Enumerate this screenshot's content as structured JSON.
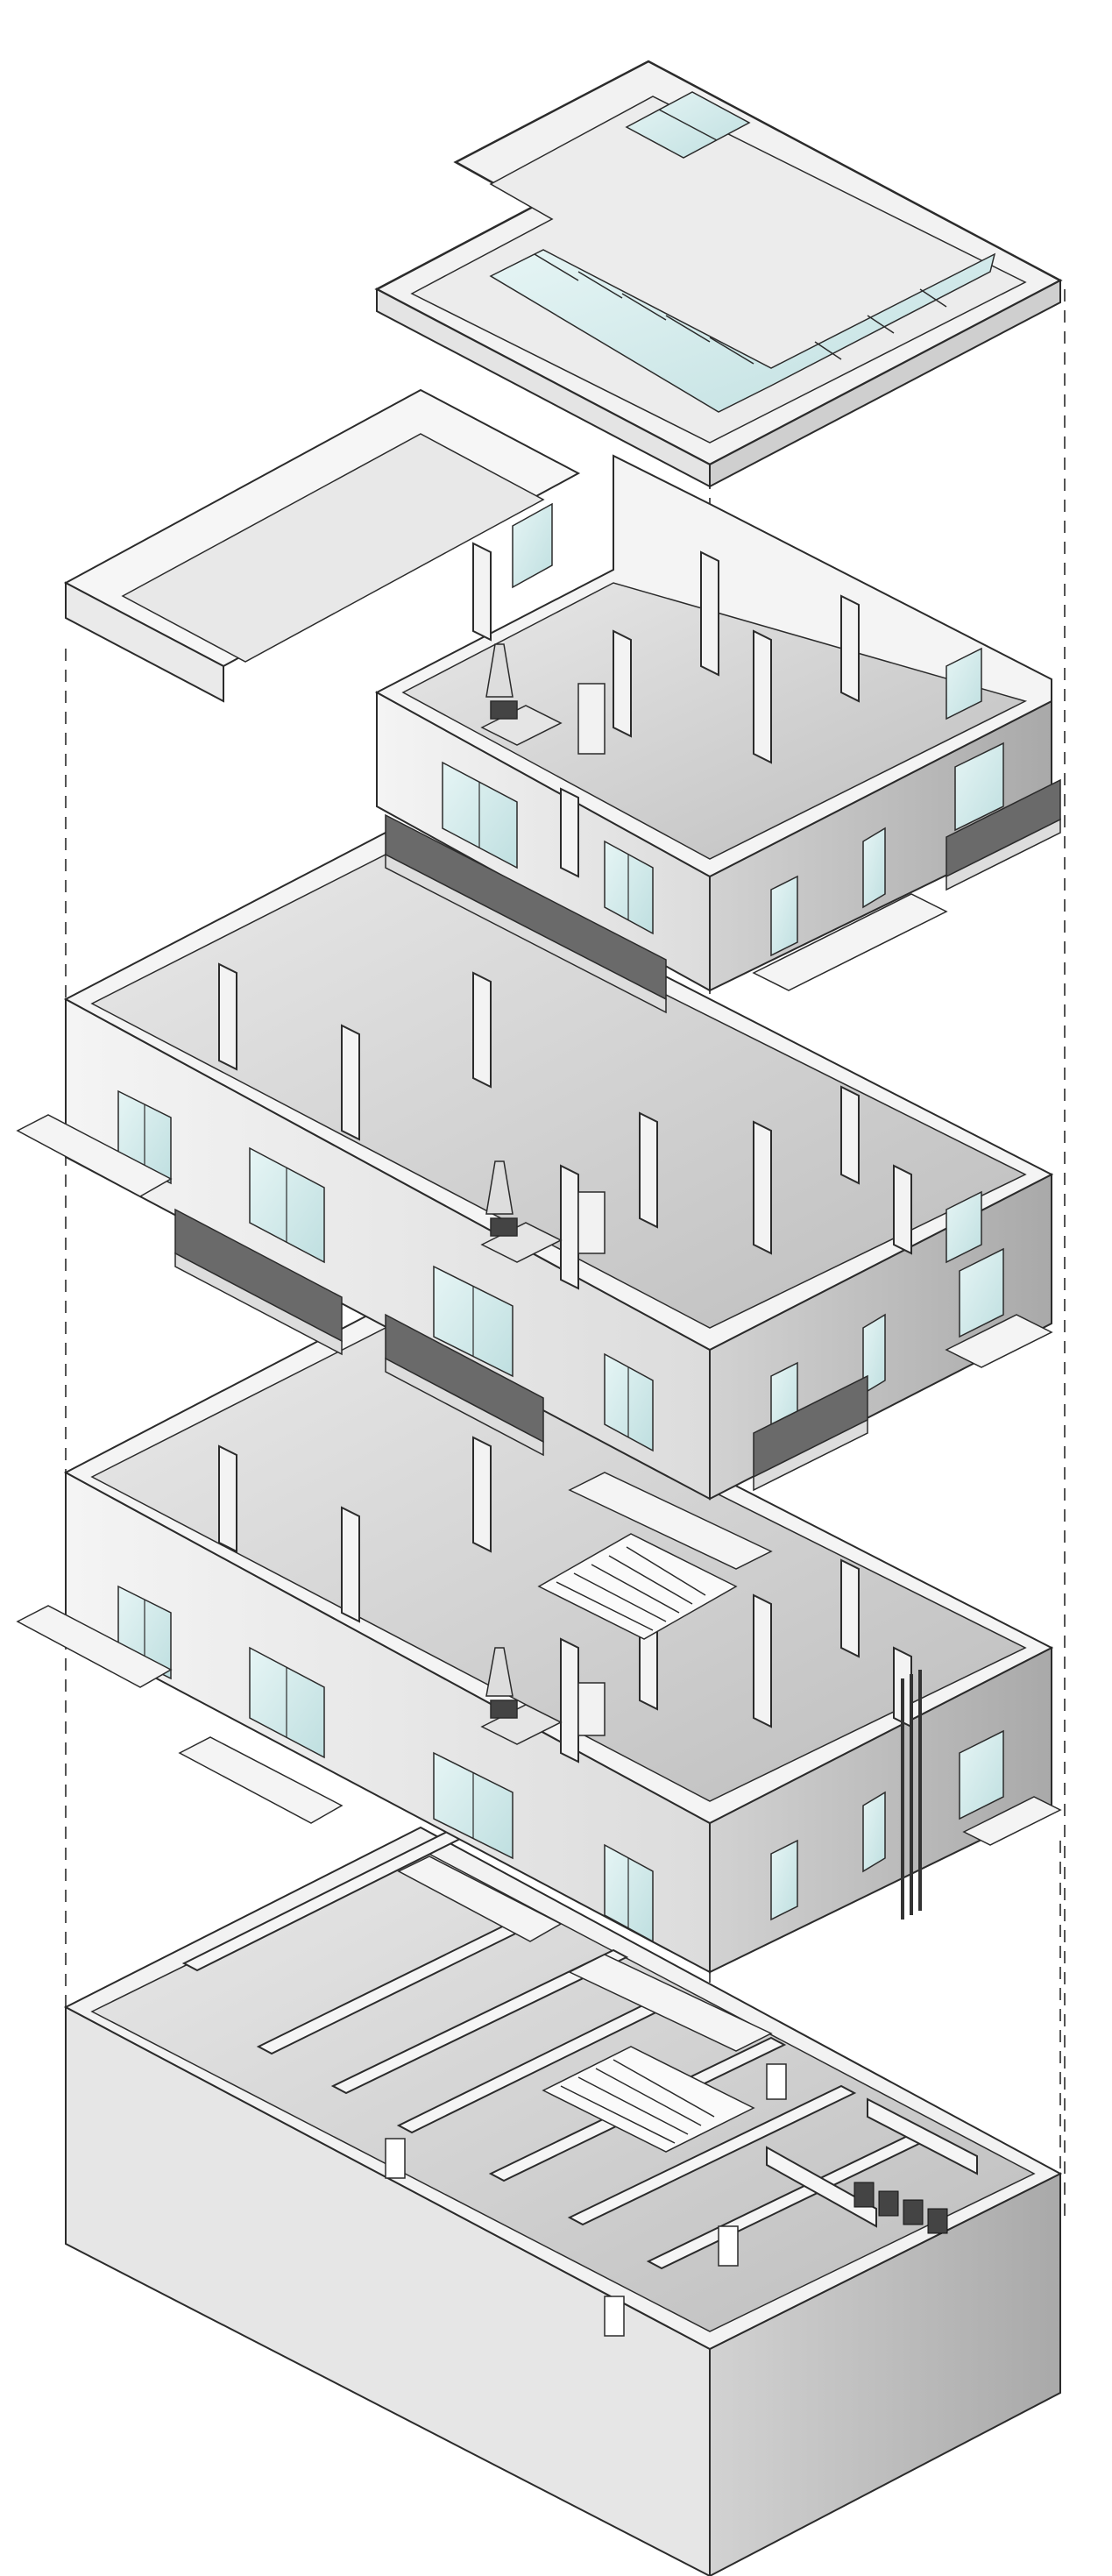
{
  "figure": {
    "kind": "exploded-isometric-building",
    "levels": [
      {
        "name": "roof",
        "parts": [
          "skylight-large",
          "skylight-strip"
        ]
      },
      {
        "name": "upper-floor",
        "parts": [
          "terrace",
          "kitchen",
          "balconies",
          "rooms"
        ]
      },
      {
        "name": "middle-floor",
        "parts": [
          "kitchen",
          "balconies",
          "rooms"
        ]
      },
      {
        "name": "ground-floor",
        "parts": [
          "kitchen",
          "staircase",
          "rooms",
          "steps"
        ]
      },
      {
        "name": "basement",
        "parts": [
          "storage-rooms",
          "staircase",
          "boiler-room"
        ]
      }
    ]
  },
  "colors": {
    "wall_light": "#f7f7f7",
    "wall_mid": "#e3e3e3",
    "wall_dark": "#cfcfcf",
    "wall_shadow": "#b9b9b9",
    "floor": "#d9d9d9",
    "glass": "#cfe9ea",
    "line": "#2b2b2b",
    "dash": "#555555"
  }
}
